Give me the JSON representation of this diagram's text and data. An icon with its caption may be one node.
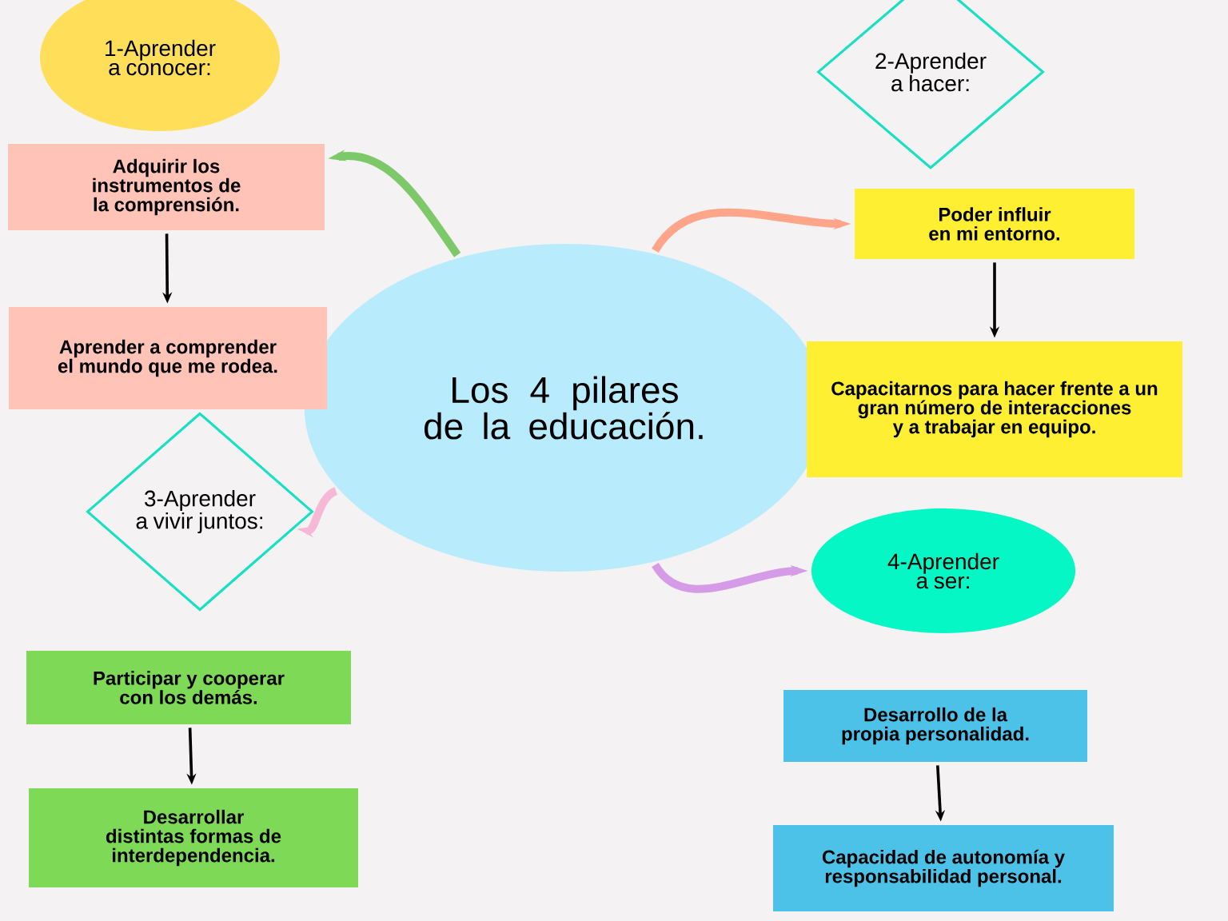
{
  "diagram": {
    "nodes": [
      {
        "text": [
          "Los 4 pilares de la educación."
        ]
      },
      {
        "text": [
          "1-Aprender a conocer:"
        ]
      },
      {
        "text": [
          "Adquirir los instrumentos de la comprensión."
        ]
      },
      {
        "text": [
          "Aprender a comprender el mundo que me rodea."
        ]
      },
      {
        "text": [
          "2-Aprender a hacer:"
        ]
      },
      {
        "text": [
          "Poder influir en mi entorno."
        ]
      },
      {
        "text": [
          "Capacitarnos para hacer frente a un gran número de interacciones y a trabajar en equipo."
        ]
      },
      {
        "text": [
          "3-Aprender a vivir juntos:"
        ]
      },
      {
        "text": [
          "Participar y cooperar con los demás."
        ]
      },
      {
        "text": [
          "Desarrollar distintas formas de interdependencia."
        ]
      },
      {
        "text": [
          "4-Aprender a ser:"
        ]
      },
      {
        "text": [
          "Desarrollo de la propia personalidad."
        ]
      },
      {
        "text": [
          "Capacidad de autonomía y responsabilidad personal."
        ]
      }
    ],
    "edges": [
      {
        "from": 0,
        "to": 2,
        "arrow": "to",
        "style": "thick",
        "color": "#7dc96a"
      },
      {
        "from": 0,
        "to": 5,
        "arrow": "to",
        "style": "thick",
        "color": "#ffa58a"
      },
      {
        "from": 0,
        "to": 7,
        "arrow": "to",
        "style": "thick",
        "color": "#f5b8d6"
      },
      {
        "from": 0,
        "to": 10,
        "arrow": "to",
        "style": "thick",
        "color": "#d69be6"
      },
      {
        "from": 2,
        "to": 3,
        "arrow": "to"
      },
      {
        "from": 5,
        "to": 6,
        "arrow": "to"
      },
      {
        "from": 8,
        "to": 9,
        "arrow": "to"
      },
      {
        "from": 11,
        "to": 12,
        "arrow": "to"
      }
    ]
  }
}
